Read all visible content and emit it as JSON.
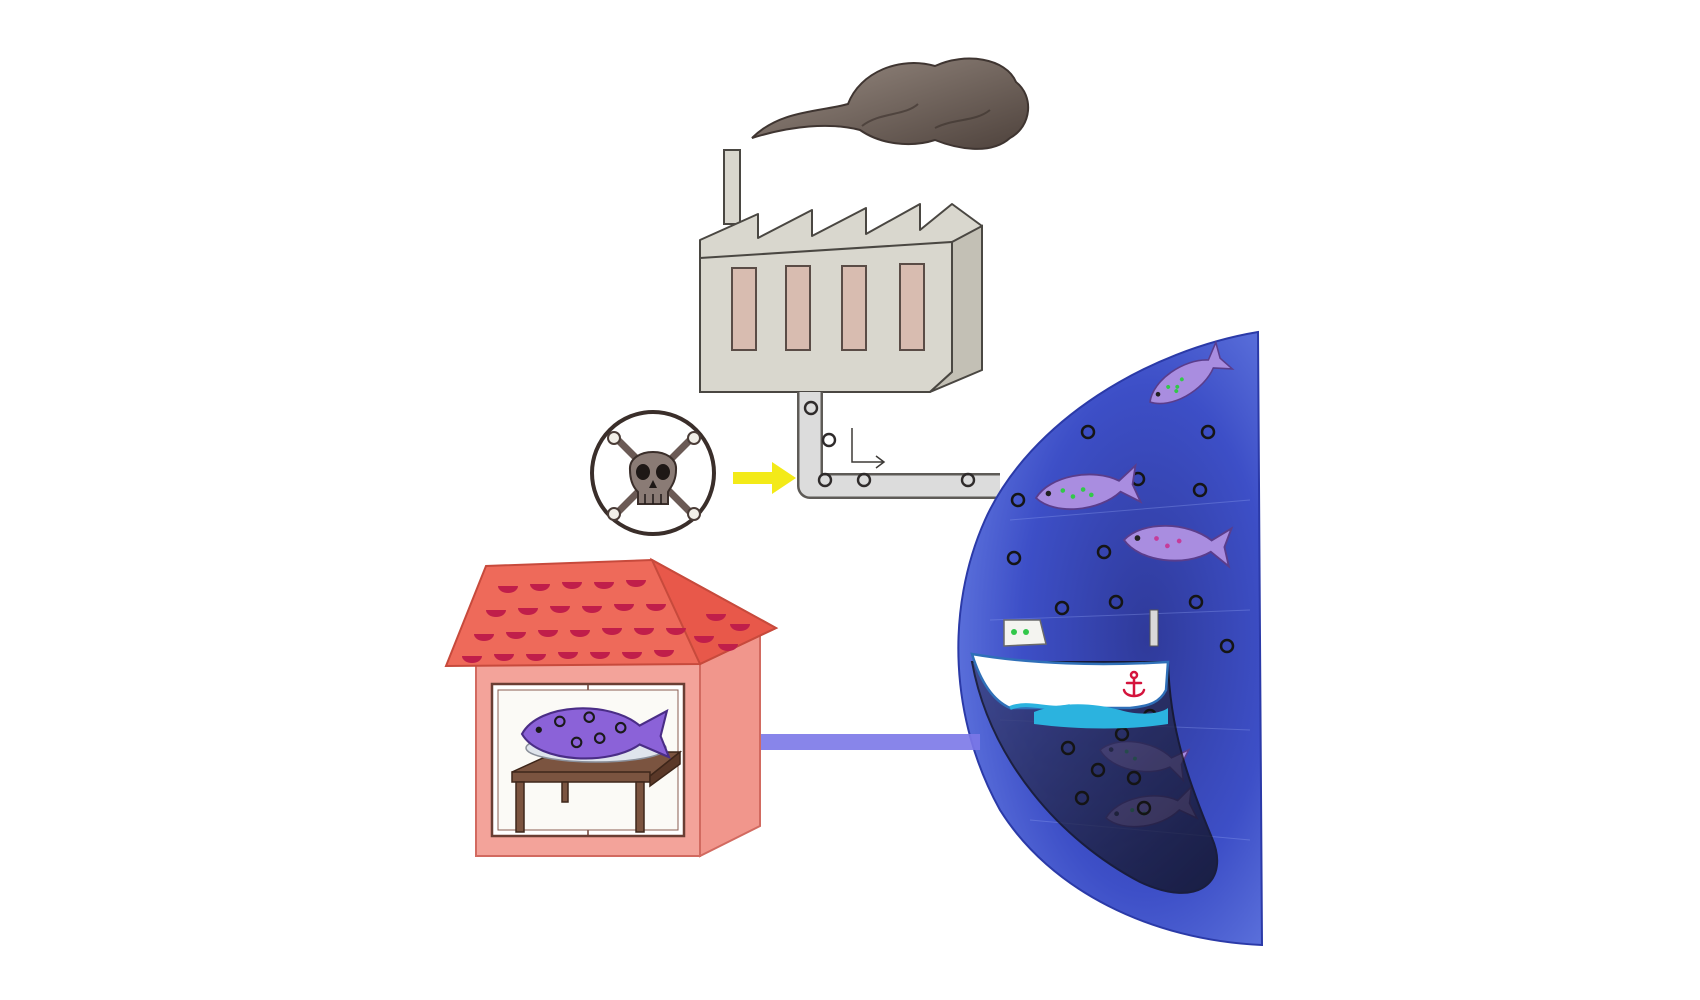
{
  "colors": {
    "background": "#ffffff",
    "smoke": "#6f625a",
    "factory_wall": "#d9d7ce",
    "factory_outline": "#4a4742",
    "window": "#d8bcb0",
    "pipe": "#cfcfcf",
    "pollutant_dot": "#2f2b2b",
    "arrow_yellow": "#f3ea18",
    "arrow_blue": "#7b78e8",
    "ocean": "#3f55cf",
    "ocean_dark": "#2a2a8a",
    "fish": "#a98de0",
    "fish_spot": "#32c84a",
    "roof": "#ee6a5a",
    "roof_scale": "#c01e4a",
    "house_wall": "#f3a39a",
    "table": "#6e4a35",
    "plate": "#dfe4ec",
    "net": "#1a1c34",
    "boat_hull": "#ffffff",
    "boat_water": "#2bb3df",
    "anchor": "#d4143c"
  },
  "icons": {
    "skull": "skull-and-crossbones-icon",
    "anchor": "anchor-icon"
  },
  "stages": [
    "factory",
    "toxic-waste",
    "ocean",
    "fish",
    "fishing-boat",
    "house"
  ]
}
